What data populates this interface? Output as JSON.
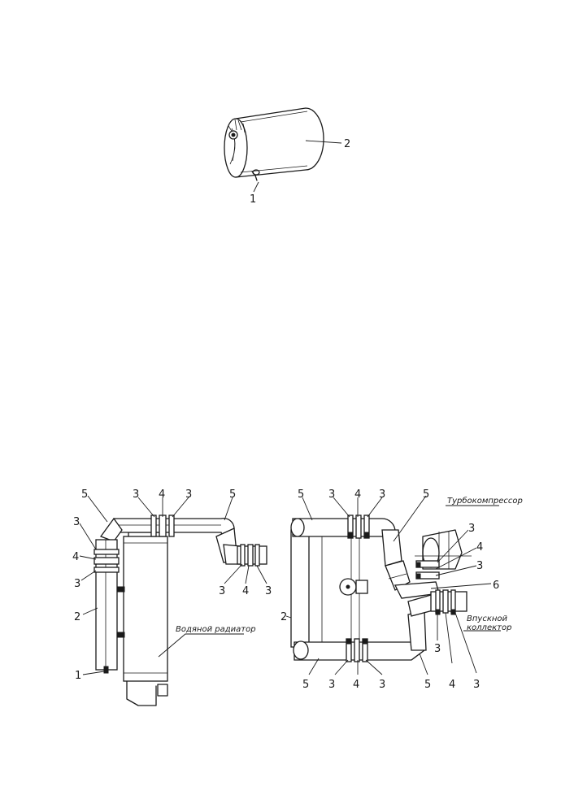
{
  "callouts": {
    "top_1": "1",
    "top_2": "2",
    "left_5a": "5",
    "left_3a": "3",
    "left_4a": "4",
    "left_3b": "3",
    "left_5b": "5",
    "left_3c": "3",
    "left_4b": "4",
    "left_3d": "3",
    "left_3e": "3",
    "left_4c": "4",
    "left_3f": "3",
    "left_2": "2",
    "left_1": "1",
    "right_5a": "5",
    "right_3a": "3",
    "right_4a": "4",
    "right_3b": "3",
    "right_5b": "5",
    "right_3c": "3",
    "right_4b": "4",
    "right_3d": "3",
    "right_6": "6",
    "right_2": "2",
    "right_3e": "3",
    "right_4c": "4",
    "right_3f": "3",
    "right_5c": "5",
    "right_3g": "3",
    "right_4d": "4",
    "right_3h": "3",
    "right_5d": "5"
  },
  "captions": {
    "water_radiator": "Водяной радиатор",
    "turbocharger": "Турбокомпрессор",
    "intake_manifold_line1": "Впускной",
    "intake_manifold_line2": "коллектор"
  }
}
